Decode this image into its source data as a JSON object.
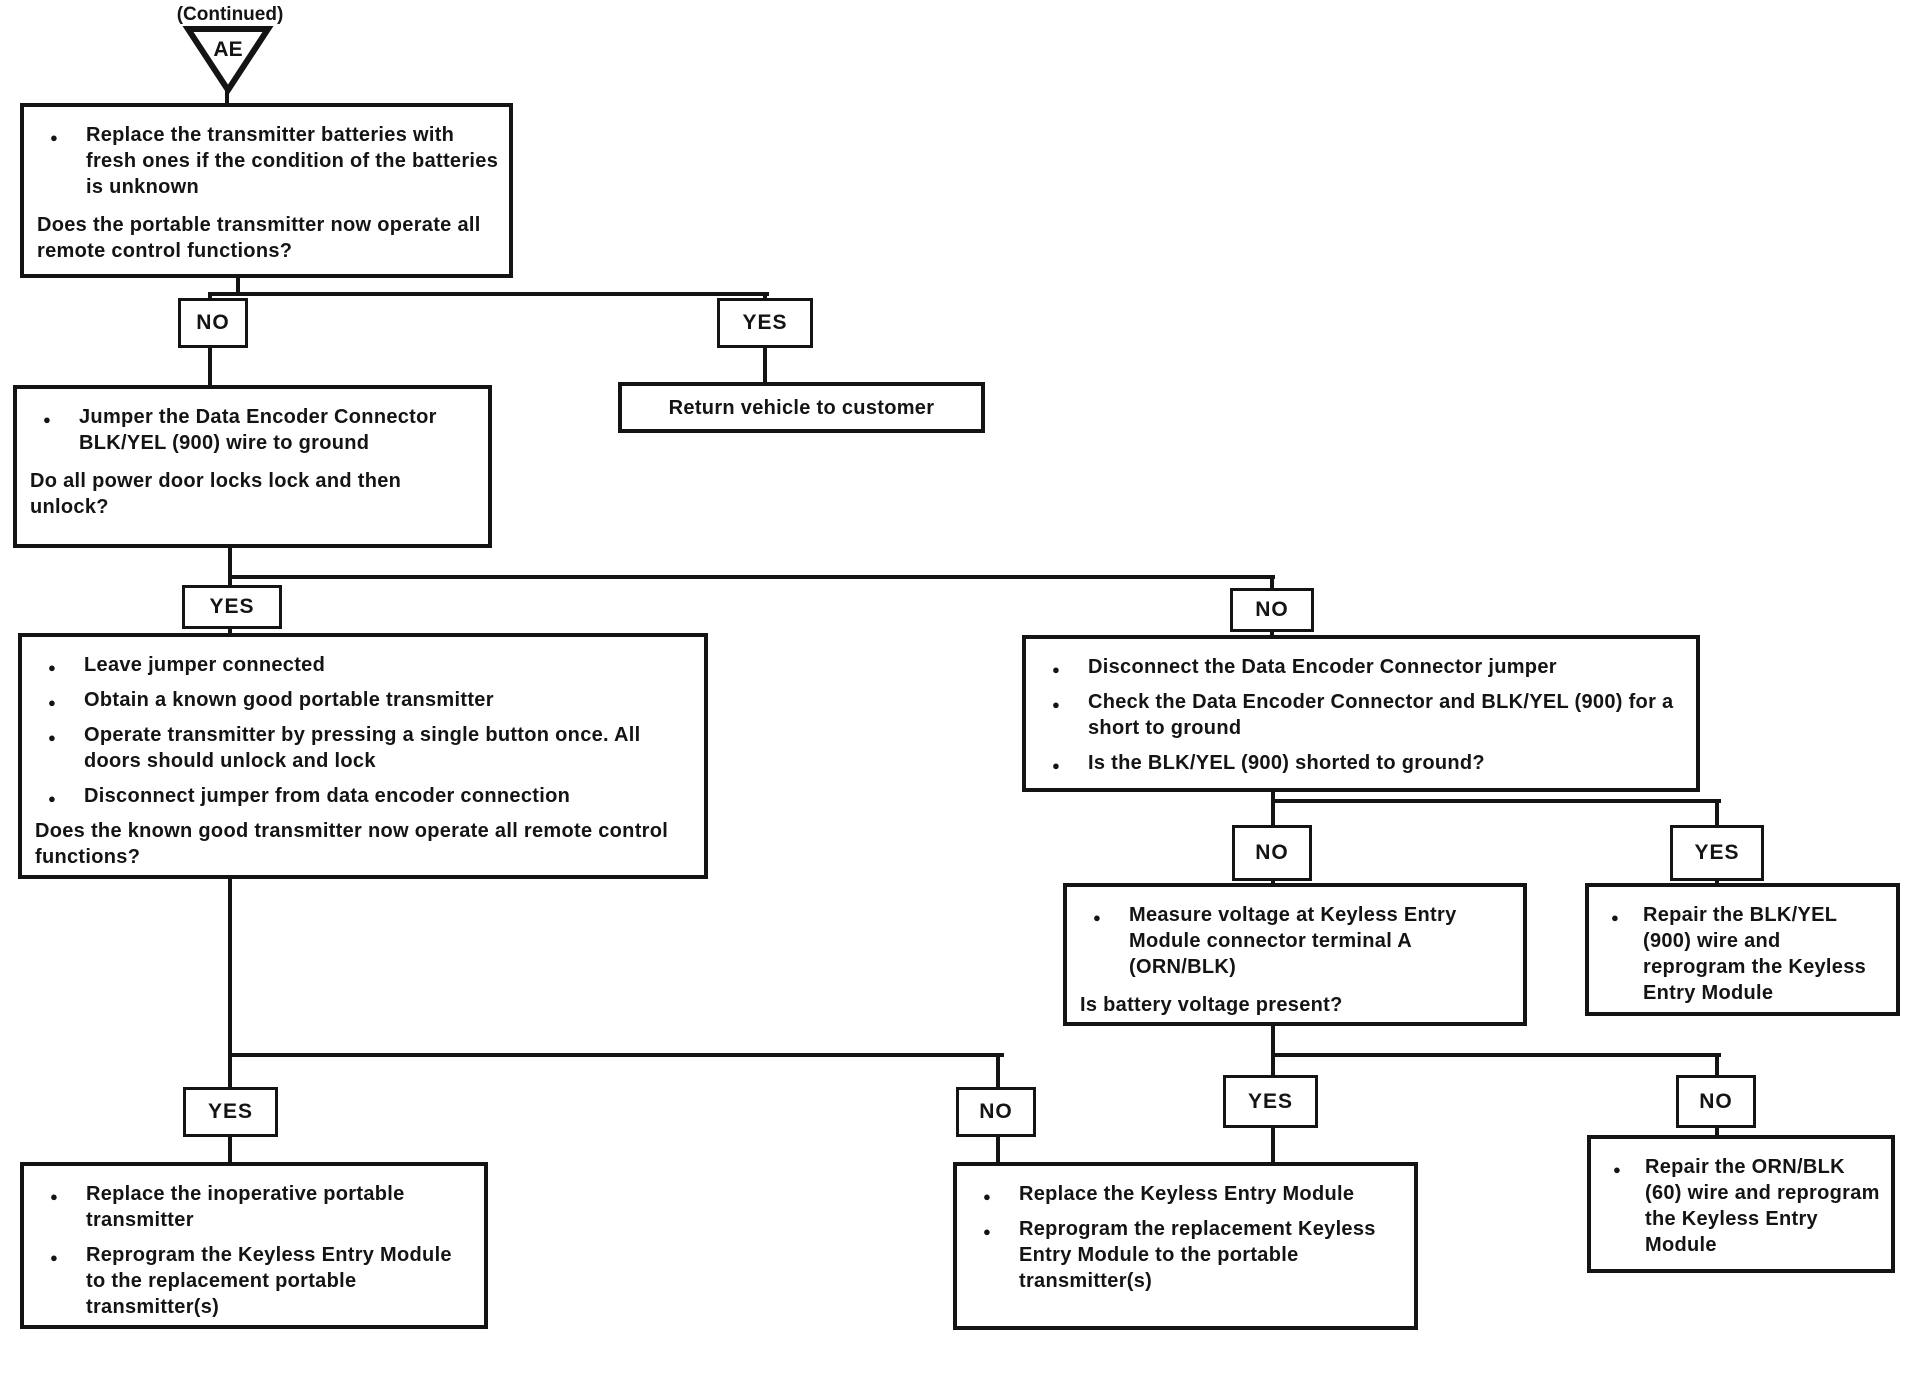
{
  "header": {
    "continued_label": "(Continued)",
    "connector_id": "AE"
  },
  "labels": {
    "yes": "YES",
    "no": "NO"
  },
  "nodes": {
    "box1": {
      "bullets": [
        "Replace the transmitter batteries with fresh ones if the condition of the batteries is unknown"
      ],
      "question": "Does the portable transmitter now operate all remote control functions?"
    },
    "return_box": {
      "text": "Return vehicle to customer"
    },
    "box2": {
      "bullets": [
        "Jumper the Data Encoder Connector BLK/YEL (900) wire to ground"
      ],
      "question": "Do all power door locks lock and then unlock?"
    },
    "box3": {
      "bullets": [
        "Leave jumper connected",
        "Obtain a known good portable transmitter",
        "Operate transmitter by pressing a single button once. All doors should unlock and lock",
        "Disconnect jumper from data encoder connection"
      ],
      "question": "Does the known good transmitter now operate all remote control functions?"
    },
    "box4": {
      "bullets": [
        "Disconnect the Data Encoder Connector jumper",
        "Check the Data Encoder Connector and BLK/YEL (900) for a short to ground",
        "Is the BLK/YEL (900) shorted to ground?"
      ]
    },
    "box5": {
      "bullets": [
        "Measure voltage at Keyless Entry Module connector terminal A (ORN/BLK)"
      ],
      "question": "Is battery voltage present?"
    },
    "box6": {
      "bullets": [
        "Repair the BLK/YEL (900) wire and reprogram the Keyless Entry Module"
      ]
    },
    "box7": {
      "bullets": [
        "Replace the inoperative portable transmitter",
        "Reprogram the Keyless Entry Module to the replacement portable transmitter(s)"
      ]
    },
    "box8": {
      "bullets": [
        "Replace the Keyless Entry Module",
        "Reprogram the replacement Keyless Entry Module to the portable transmitter(s)"
      ]
    },
    "box9": {
      "bullets": [
        "Repair the ORN/BLK (60) wire and reprogram the Keyless Entry Module"
      ]
    }
  },
  "colors": {
    "ink": "#141414",
    "paper": "#ffffff"
  }
}
